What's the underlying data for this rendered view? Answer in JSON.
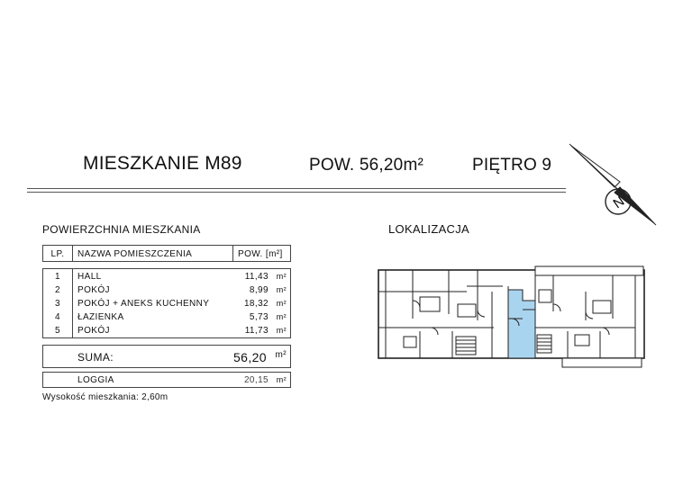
{
  "header": {
    "apartment": "MIESZKANIE M89",
    "area": "POW. 56,20m²",
    "floor": "PIĘTRO 9"
  },
  "area_section": {
    "title": "POWIERZCHNIA MIESZKANIA",
    "col_lp": "LP.",
    "col_name": "NAZWA POMIESZCZENIA",
    "col_area": "POW. [m²]",
    "rooms": [
      {
        "lp": "1",
        "name": "HALL",
        "area": "11,43",
        "unit": "m²"
      },
      {
        "lp": "2",
        "name": "POKÓJ",
        "area": "8,99",
        "unit": "m²"
      },
      {
        "lp": "3",
        "name": "POKÓJ + ANEKS KUCHENNY",
        "area": "18,32",
        "unit": "m²"
      },
      {
        "lp": "4",
        "name": "ŁAZIENKA",
        "area": "5,73",
        "unit": "m²"
      },
      {
        "lp": "5",
        "name": "POKÓJ",
        "area": "11,73",
        "unit": "m²"
      }
    ],
    "sum_label": "SUMA:",
    "sum_value": "56,20",
    "sum_unit": "m²",
    "loggia_label": "LOGGIA",
    "loggia_value": "20,15",
    "loggia_unit": "m²",
    "height_note": "Wysokość mieszkania: 2,60m"
  },
  "location_section": {
    "title": "LOKALIZACJA",
    "highlight_color": "#a9d4ef"
  },
  "compass": {
    "icon": "north-arrow-icon",
    "label": "N"
  }
}
